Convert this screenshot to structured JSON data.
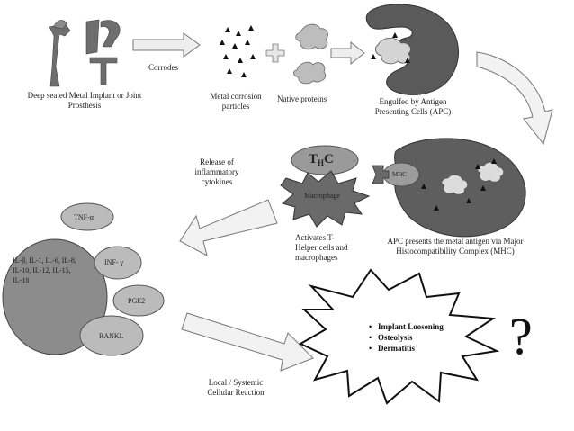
{
  "labels": {
    "implant": "Deep seated Metal Implant or Joint Prosthesis",
    "corrodes": "Corrodes",
    "particles": "Metal corrosion particles",
    "native_proteins": "Native proteins",
    "engulfed": "Engulfed by Antigen Presenting Cells (APC)",
    "release": "Release of inflammatory cytokines",
    "thc_main": "T",
    "thc_sub": "H",
    "thc_tail": "C",
    "macrophage": "Macrophage",
    "mhc": "MHC",
    "activates": "Activates T-Helper cells and macrophages",
    "apc_presents": "APC presents the metal antigen via Major Histocompatibility Complex (MHC)",
    "tnf": "TNF-α",
    "inf": "INF- γ",
    "interleukins": "IL-β, IL-1, IL-6, IL-8, IL-10, IL-12, IL-15, IL-18",
    "pge2": "PGE2",
    "rankl": "RANKL",
    "local": "Local / Systemic Cellular Reaction",
    "question": "?"
  },
  "outcomes": [
    "Implant Loosening",
    "Osteolysis",
    "Dermatitis"
  ]
}
